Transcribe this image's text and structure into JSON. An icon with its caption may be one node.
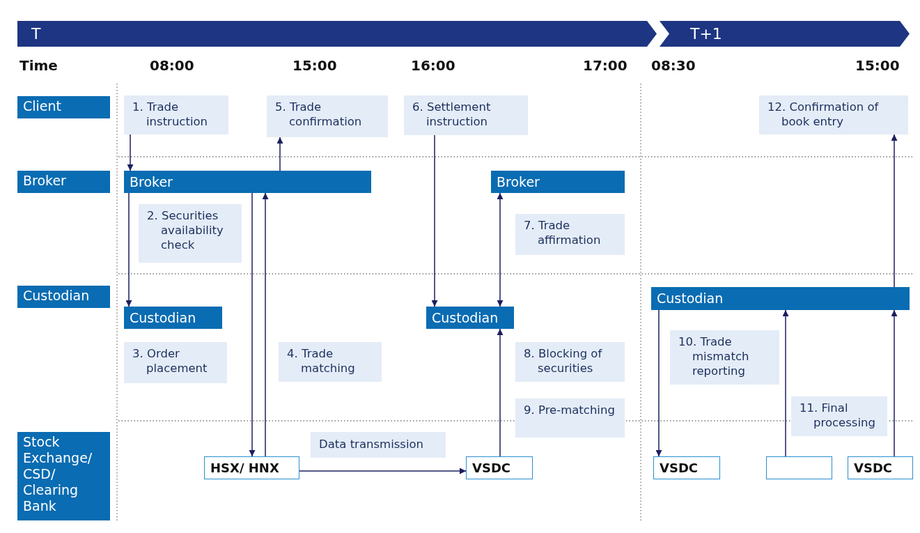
{
  "diagram": {
    "nodes": [
      {
        "text": [
          "T"
        ]
      },
      {
        "text": [
          "T+1"
        ]
      },
      {
        "text": [
          "Client"
        ]
      },
      {
        "text": [
          "Broker"
        ]
      },
      {
        "text": [
          "Custodian"
        ]
      },
      {
        "text": [
          "Stock Exchange/ CSD/ Clearing Bank"
        ]
      },
      {
        "text": [
          "1. Trade instruction"
        ]
      },
      {
        "text": [
          "5. Trade confirmation"
        ]
      },
      {
        "text": [
          "6. Settlement instruction"
        ]
      },
      {
        "text": [
          "12. Confirmation of book entry"
        ]
      },
      {
        "text": [
          "Broker"
        ]
      },
      {
        "text": [
          "Broker"
        ]
      },
      {
        "text": [
          "2. Securities availability check"
        ]
      },
      {
        "text": [
          "7. Trade affirmation"
        ]
      },
      {
        "text": [
          "Custodian"
        ]
      },
      {
        "text": [
          "Custodian"
        ]
      },
      {
        "text": [
          "Custodian"
        ]
      },
      {
        "text": [
          "3. Order placement"
        ]
      },
      {
        "text": [
          "4. Trade matching"
        ]
      },
      {
        "text": [
          "8. Blocking of securities"
        ]
      },
      {
        "text": [
          "10. Trade mismatch reporting"
        ]
      },
      {
        "text": [
          "9. Pre-matching"
        ]
      },
      {
        "text": [
          "11. Final processing"
        ]
      },
      {
        "text": [
          "HSX/ HNX"
        ]
      },
      {
        "text": [
          "VSDC"
        ]
      },
      {
        "text": [
          "VSDC"
        ]
      },
      {
        "text": [],
        "shape": "box"
      },
      {
        "text": [
          "VSDC"
        ]
      }
    ],
    "edges": [
      {
        "from": 6,
        "to": 10,
        "arrow": "to"
      },
      {
        "from": 10,
        "to": 7,
        "arrow": "to"
      },
      {
        "from": 10,
        "to": 14,
        "arrow": "to"
      },
      {
        "from": 10,
        "to": 23,
        "arrow": "to"
      },
      {
        "from": 23,
        "to": 10,
        "arrow": "to"
      },
      {
        "from": 23,
        "to": 24,
        "arrow": "to",
        "label": "Data transmission"
      },
      {
        "from": 8,
        "to": 15,
        "arrow": "to"
      },
      {
        "from": 11,
        "to": 15,
        "arrow": "both"
      },
      {
        "from": 24,
        "to": 15,
        "arrow": "to"
      },
      {
        "from": 16,
        "to": 25,
        "arrow": "to"
      },
      {
        "from": 26,
        "to": 16,
        "arrow": "to"
      },
      {
        "from": 27,
        "to": 16,
        "arrow": "to"
      },
      {
        "from": 16,
        "to": 9,
        "arrow": "to"
      }
    ],
    "labels": [
      "Time",
      "08:00",
      "15:00",
      "16:00",
      "17:00",
      "08:30",
      "15:00"
    ]
  }
}
